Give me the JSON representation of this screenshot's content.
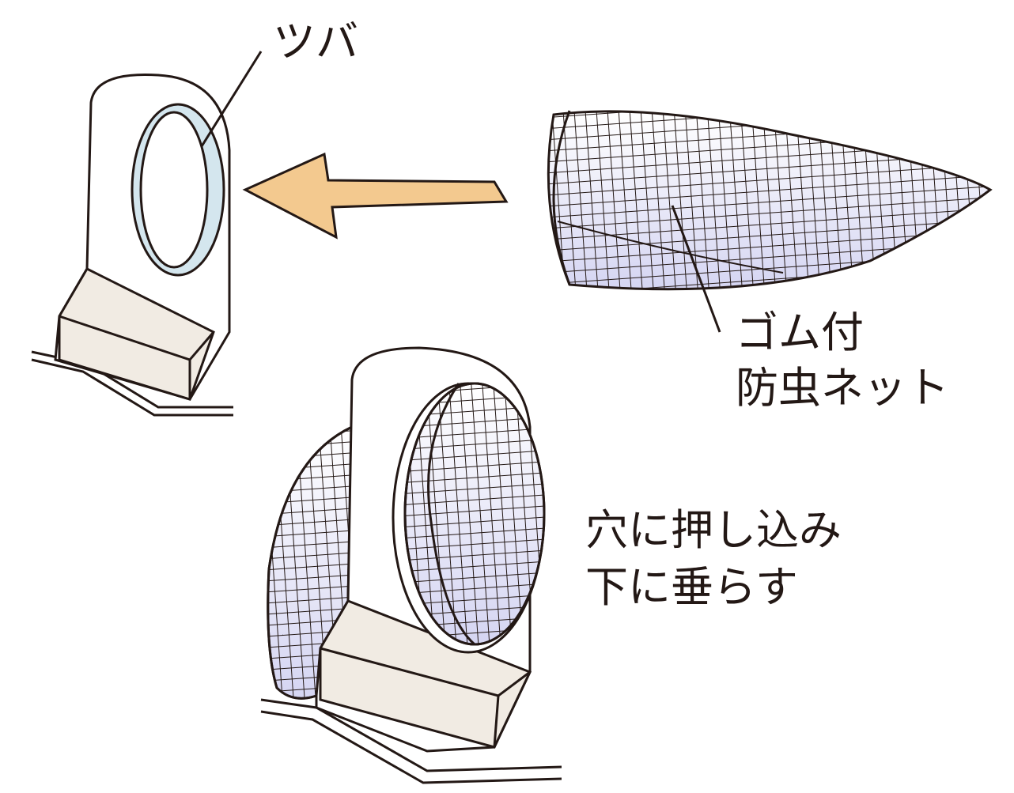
{
  "labels": {
    "flange": "ツバ",
    "net_line1": "ゴム付",
    "net_line2": "防虫ネット",
    "instruction_line1": "穴に押し込み",
    "instruction_line2": "下に垂らす"
  },
  "colors": {
    "outline": "#231815",
    "arrow": "#f3c98f",
    "ring": "#d4e6ee",
    "base": "#f1ebe3",
    "mesh_tint": "#d8d8f0"
  }
}
